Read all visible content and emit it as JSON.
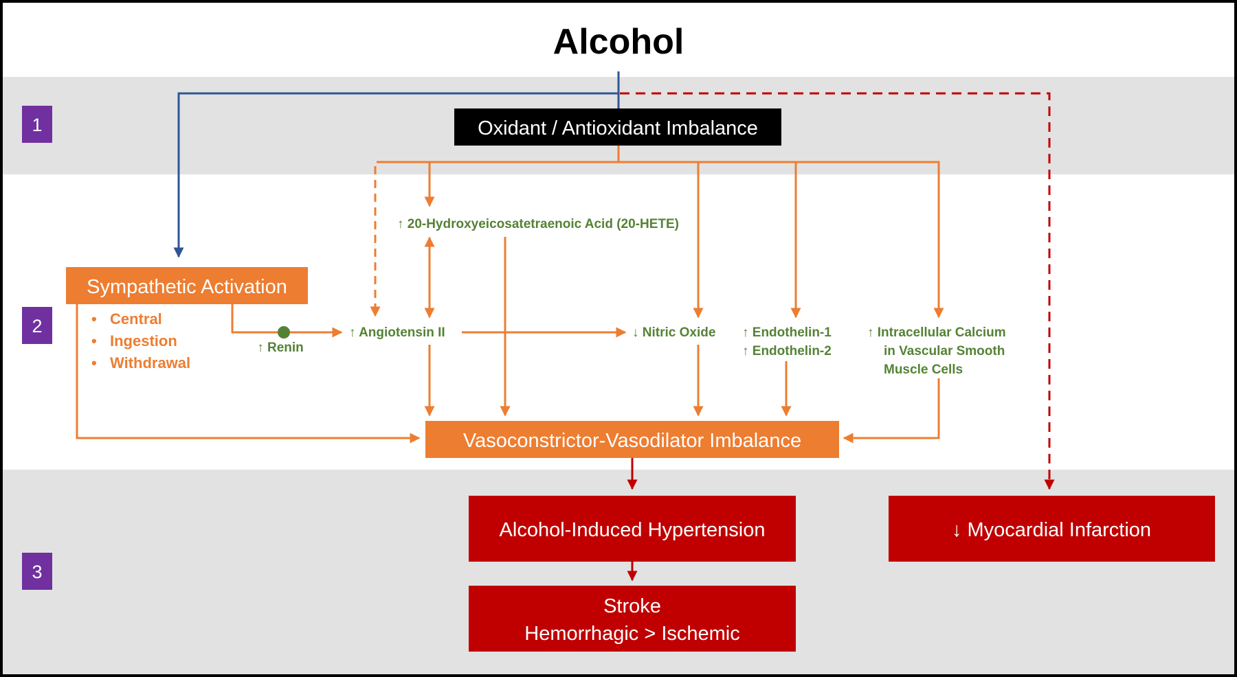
{
  "title": "Alcohol",
  "levels": [
    "1",
    "2",
    "3"
  ],
  "nodes": {
    "oxidant": "Oxidant / Antioxidant Imbalance",
    "sympathetic": "Sympathetic Activation",
    "sympathetic_bullets": [
      "Central",
      "Ingestion",
      "Withdrawal"
    ],
    "hete": "↑ 20-Hydroxyeicosatetraenoic Acid (20-HETE)",
    "renin": "↑ Renin",
    "angiotensin": "↑ Angiotensin II",
    "nitric_oxide": "↓ Nitric Oxide",
    "endothelin_1": "↑ Endothelin-1",
    "endothelin_2": "↑ Endothelin-2",
    "calcium_lines": [
      "↑ Intracellular Calcium",
      "in Vascular Smooth",
      "Muscle Cells"
    ],
    "vaso": "Vasoconstrictor-Vasodilator Imbalance",
    "hypertension": "Alcohol-Induced Hypertension",
    "mi": "↓ Myocardial Infarction",
    "stroke_lines": [
      "Stroke",
      "Hemorrhagic > Ischemic"
    ]
  },
  "colors": {
    "band": "#E2E2E2",
    "orange": "#ED7D31",
    "green": "#548235",
    "red": "#C00000",
    "blue": "#2F5597",
    "purple": "#7030A0",
    "black": "#000000"
  }
}
